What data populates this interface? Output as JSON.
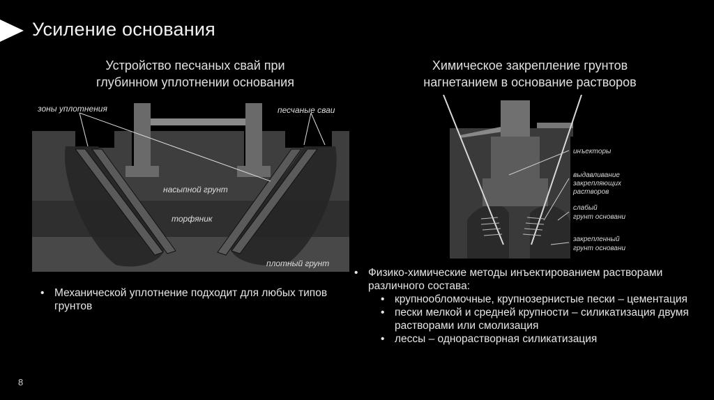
{
  "slide": {
    "title": "Усиление основания",
    "page_number": "8"
  },
  "left": {
    "subtitle_line1": "Устройство песчаных свай при",
    "subtitle_line2": "глубинном уплотнении основания",
    "labels": {
      "zones": "зоны уплотнения",
      "sand_piles": "песчаные сваи",
      "fill": "насыпной грунт",
      "peat": "торфяник",
      "dense": "плотный грунт"
    },
    "bullet": "Механической уплотнение подходит для любых типов грунтов"
  },
  "right": {
    "subtitle_line1": "Химическое закрепление грунтов",
    "subtitle_line2": "нагнетанием в основание растворов",
    "labels": {
      "injectors": "инъекторы",
      "squeeze_1": "выдавливание",
      "squeeze_2": "закрепляющих",
      "squeeze_3": "растворов",
      "weak_1": "слабый",
      "weak_2": "грунт основани",
      "fixed_1": "закрепленный",
      "fixed_2": "грунт основани"
    },
    "bullet_main": "Физико-химические методы инъектированием растворами различного состава:",
    "sub_bullets": [
      "крупнообломочные, крупнозернистые пески – цементация",
      "пески мелкой и средней крупности – силикатизация  двумя растворами  или смолизация",
      "лессы – однорастворная силикатизация"
    ]
  },
  "colors": {
    "background": "#000000",
    "text": "#e6e6e6"
  }
}
